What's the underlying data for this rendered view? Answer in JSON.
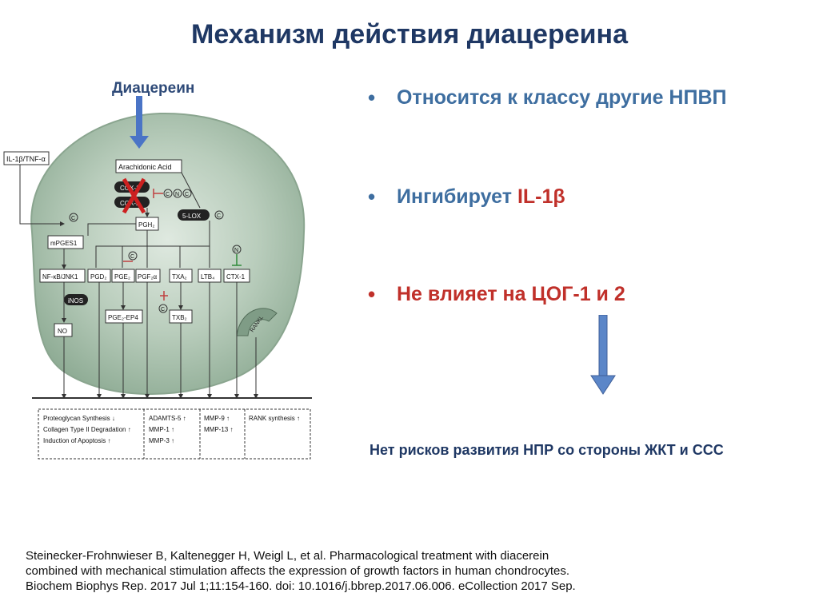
{
  "slide": {
    "title": "Механизм  действия диацереина",
    "drug_label": "Диацереин",
    "bullets": [
      {
        "text": "Относится к классу другие НПВП"
      },
      {
        "text_prefix": "Ингибирует ",
        "text_accent": "IL-1β"
      },
      {
        "text": "Не влияет на ЦОГ-1 и 2"
      }
    ],
    "conclusion": "Нет рисков развития НПР со стороны ЖКТ и ССС",
    "reference": "Steinecker-Frohnwieser B, Kaltenegger H, Weigl L, et al. Pharmacological treatment with diacerein combined with mechanical stimulation affects the expression of growth factors in human chondrocytes. Biochem Biophys Rep. 2017 Jul 1;11:154-160. doi: 10.1016/j.bbrep.2017.06.006. eCollection 2017 Sep."
  },
  "diagram": {
    "inputs": {
      "cytokine": "IL-1β/TNF-α"
    },
    "nodes": {
      "arachidonic": "Arachidonic Acid",
      "cox1": "COX-1",
      "cox2": "COX-2",
      "lox5": "5-LOX",
      "pgh2": "PGH₂",
      "mpges1": "mPGES1",
      "nfkb": "NF-κB/JNK1",
      "pgd2": "PGD₂",
      "pge2": "PGE₂",
      "pgf2a": "PGF₂α",
      "txa2": "TXA₂",
      "ltb4": "LTB₄",
      "ctx1": "CTX-1",
      "inos": "iNOS",
      "no": "NO",
      "pge2ep4": "PGE₂-EP4",
      "txb2": "TXB₂",
      "rankl": "RANKL"
    },
    "markers": {
      "c": "C",
      "n": "N"
    },
    "outcomes": {
      "col1": [
        "Proteoglycan Synthesis ↓",
        "Collagen Type II Degradation ↑",
        "Induction of Apoptosis ↑"
      ],
      "col2": [
        "ADAMTS-5 ↑",
        "MMP-1 ↑",
        "MMP-3 ↑"
      ],
      "col3": [
        "MMP-9 ↑",
        "MMP-13 ↑"
      ],
      "col4": [
        "RANK synthesis ↑"
      ]
    },
    "colors": {
      "cell": "#a9c2ad",
      "arrow_blue": "#4a74c6",
      "cross_red": "#cc2020",
      "inhibit_red": "#c04040",
      "inhibit_green": "#2f8a3a"
    }
  }
}
